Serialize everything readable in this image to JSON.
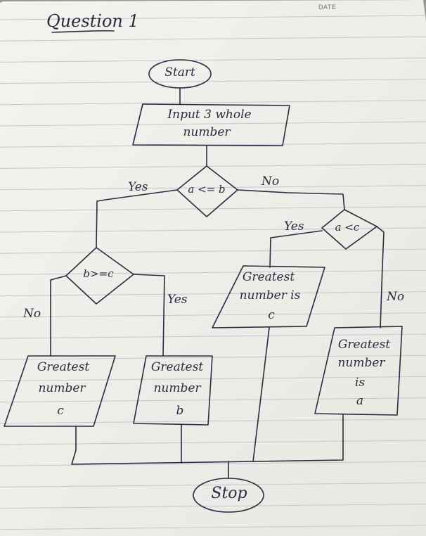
{
  "page": {
    "date_label": "DATE",
    "heading": "Question 1"
  },
  "flowchart": {
    "start": "Start",
    "input": [
      "Input 3 whole",
      "number"
    ],
    "decision_1": "a <= b",
    "decision_1_yes": "Yes",
    "decision_1_no": "No",
    "decision_2": "b>=c",
    "decision_2_no": "No",
    "decision_2_yes": "Yes",
    "decision_3": "a <c",
    "decision_3_yes": "Yes",
    "decision_3_no": "No",
    "output_c_left": [
      "Greatest",
      "number",
      "c"
    ],
    "output_b": [
      "Greatest",
      "number",
      "b"
    ],
    "output_c_right": [
      "Greatest",
      "number is",
      "c"
    ],
    "output_a": [
      "Greatest",
      "number",
      "is",
      "a"
    ],
    "stop": "Stop"
  },
  "colors": {
    "paper": "#f3f2ee",
    "ruling": "#c5c7cf",
    "ink": "#2a2b40",
    "margin_shadow": "#9a978f"
  }
}
